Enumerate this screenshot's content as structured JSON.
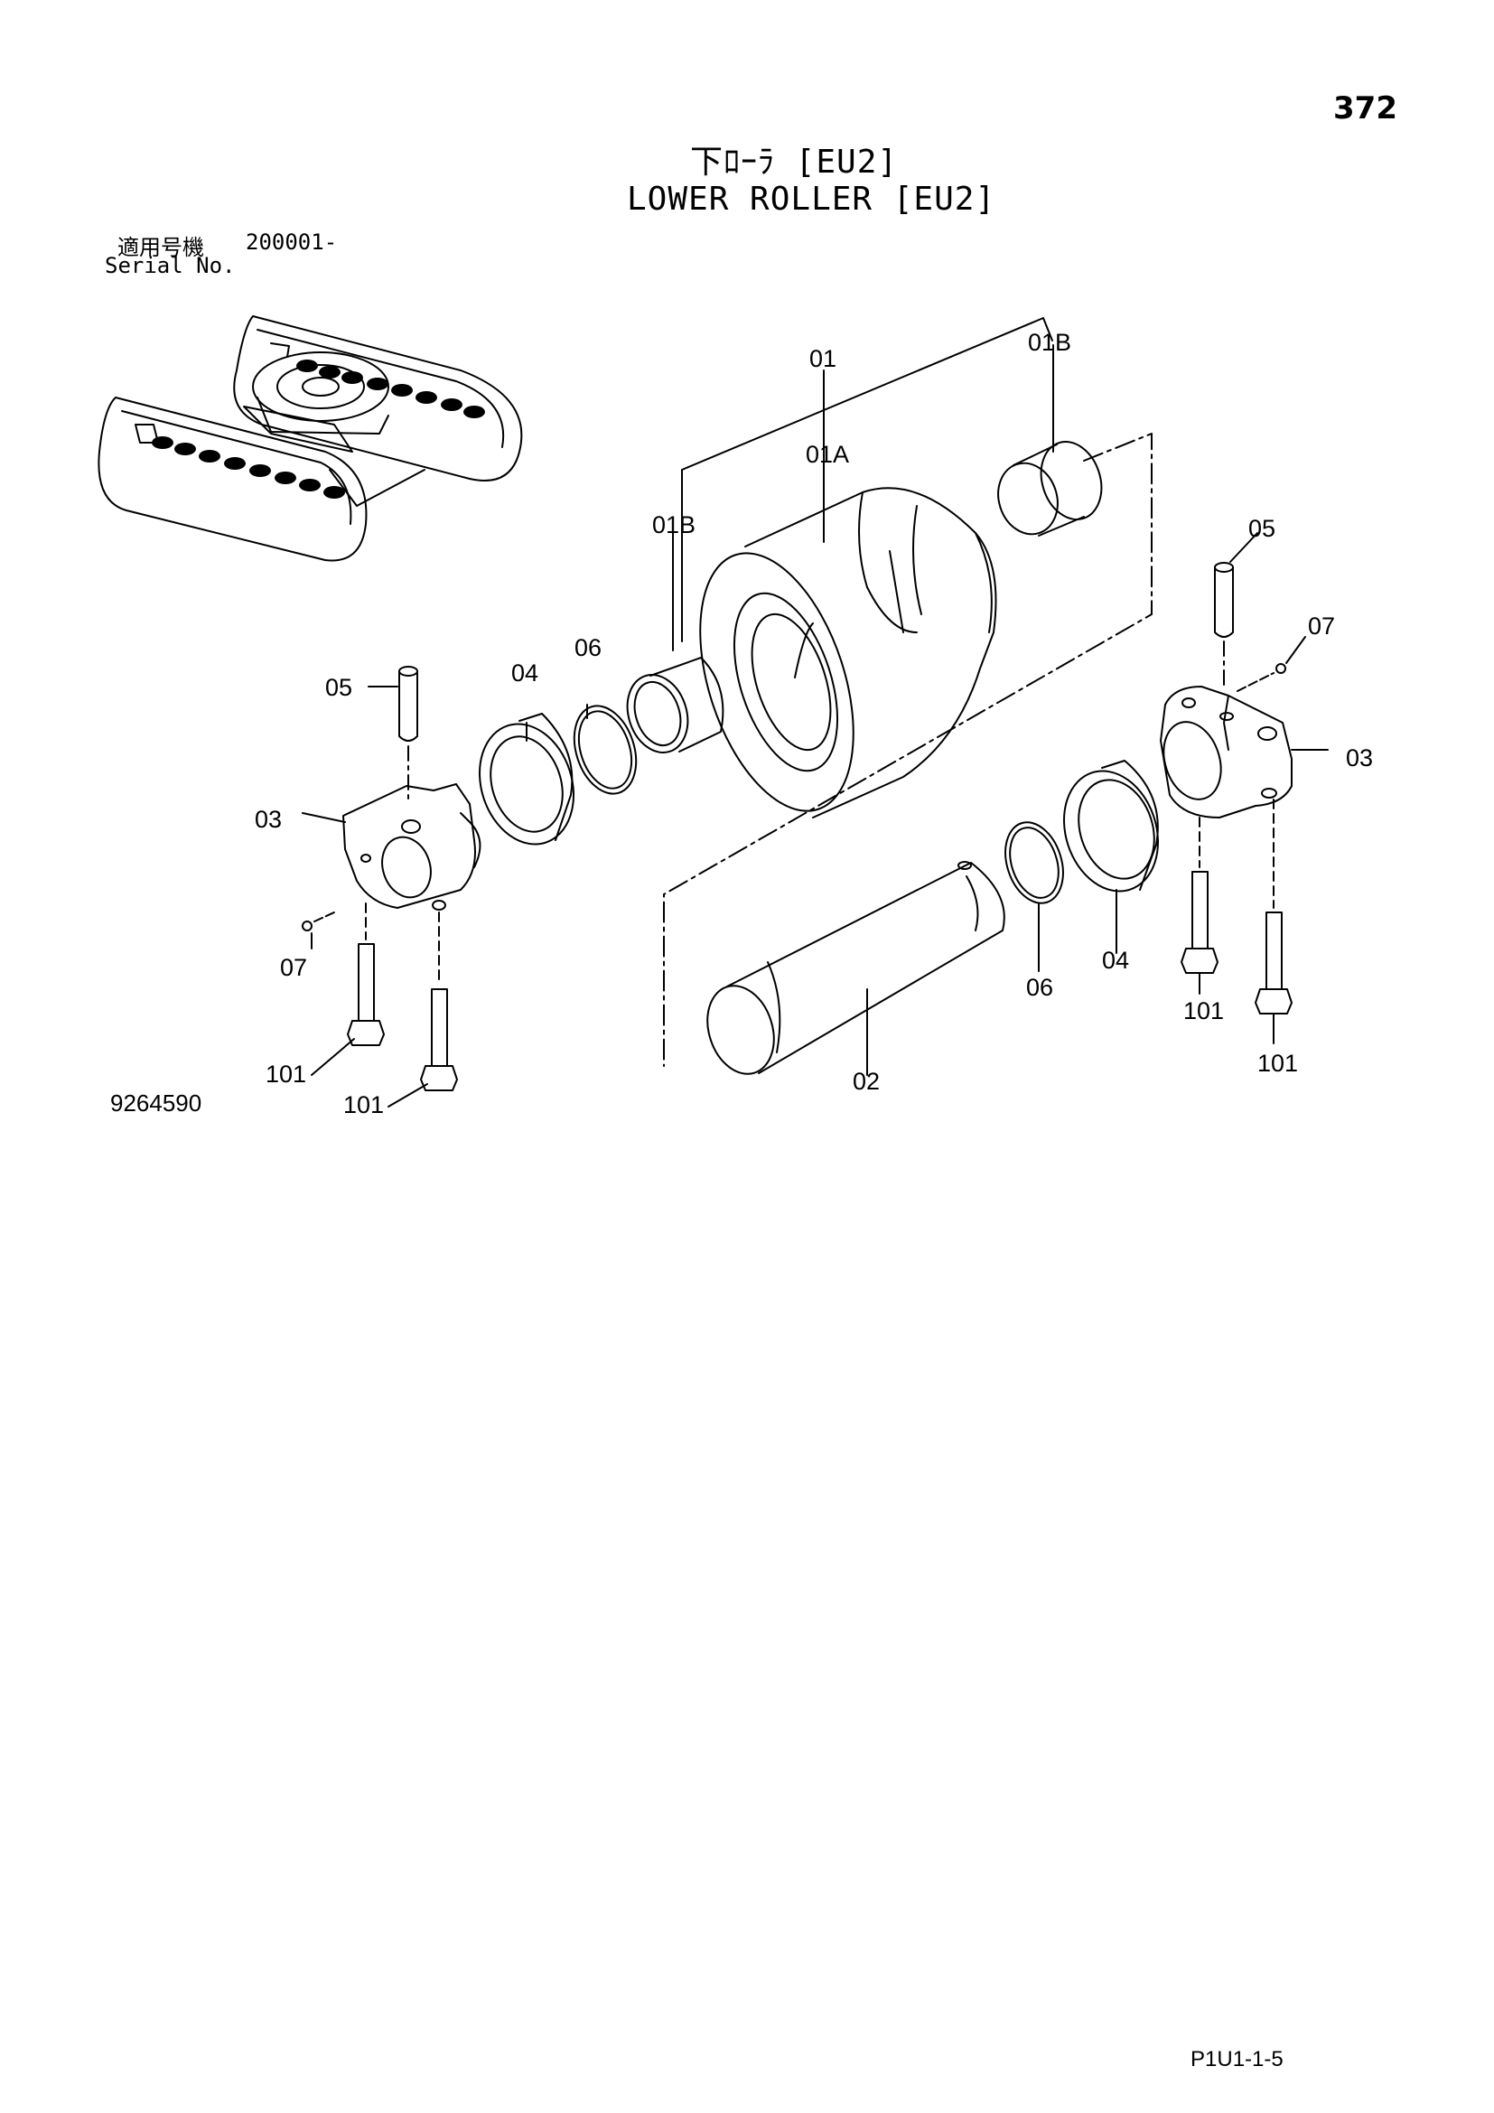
{
  "page": {
    "number": "372",
    "title_jp": "下ﾛｰﾗ [EU2]",
    "title_en": "LOWER ROLLER [EU2]",
    "serial_label_jp": "適用号機",
    "serial_value": "200001-",
    "serial_label_en": "Serial No.",
    "drawing_number": "9264590",
    "footer_code": "P1U1-1-5"
  },
  "callouts": [
    {
      "id": "c-01",
      "text": "01"
    },
    {
      "id": "c-01b-top",
      "text": "01B"
    },
    {
      "id": "c-01a",
      "text": "01A"
    },
    {
      "id": "c-01b-left",
      "text": "01B"
    },
    {
      "id": "c-05-right",
      "text": "05"
    },
    {
      "id": "c-07-right",
      "text": "07"
    },
    {
      "id": "c-03-right",
      "text": "03"
    },
    {
      "id": "c-05-left",
      "text": "05"
    },
    {
      "id": "c-04-left",
      "text": "04"
    },
    {
      "id": "c-06-left",
      "text": "06"
    },
    {
      "id": "c-03-left",
      "text": "03"
    },
    {
      "id": "c-07-left",
      "text": "07"
    },
    {
      "id": "c-101-a",
      "text": "101"
    },
    {
      "id": "c-101-b",
      "text": "101"
    },
    {
      "id": "c-02",
      "text": "02"
    },
    {
      "id": "c-06-right",
      "text": "06"
    },
    {
      "id": "c-04-right",
      "text": "04"
    },
    {
      "id": "c-101-c",
      "text": "101"
    },
    {
      "id": "c-101-d",
      "text": "101"
    }
  ]
}
